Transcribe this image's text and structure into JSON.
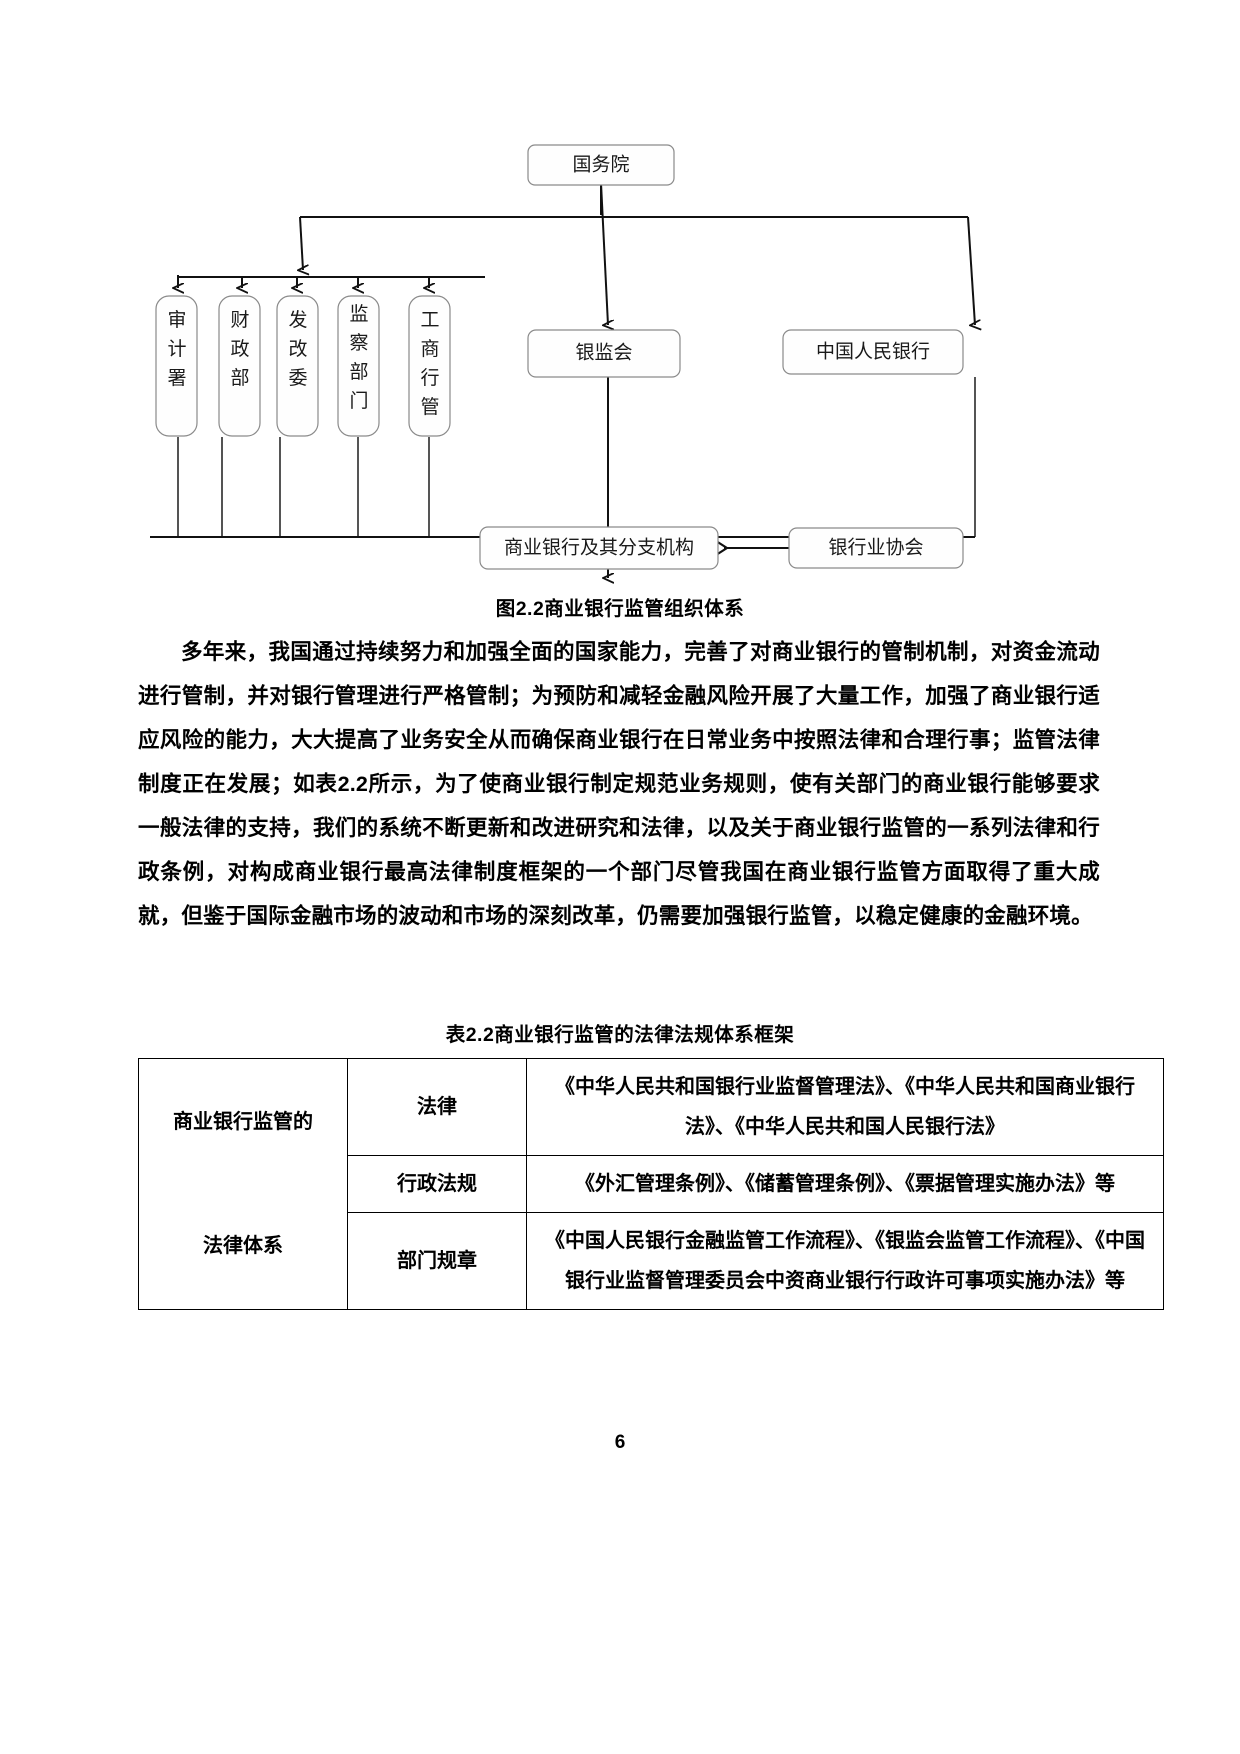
{
  "document": {
    "page_number": "6"
  },
  "figure": {
    "caption": "图2.2商业银行监管组织体系",
    "nodes": {
      "state_council": "国务院",
      "audit": "审计署",
      "finance": "财政部",
      "ndrc": "发改委",
      "supervision": "监察部门",
      "industry_commerce": "工商行管",
      "cbrc": "银监会",
      "pboc": "中国人民银行",
      "commercial_banks": "商业银行及其分支机构",
      "banking_association": "银行业协会"
    }
  },
  "paragraph": {
    "text": "多年来，我国通过持续努力和加强全面的国家能力，完善了对商业银行的管制机制，对资金流动进行管制，并对银行管理进行严格管制；为预防和减轻金融风险开展了大量工作，加强了商业银行适应风险的能力，大大提高了业务安全从而确保商业银行在日常业务中按照法律和合理行事；监管法律制度正在发展；如表2.2所示，为了使商业银行制定规范业务规则，使有关部门的商业银行能够要求一般法律的支持，我们的系统不断更新和改进研究和法律，以及关于商业银行监管的一系列法律和行政条例，对构成商业银行最高法律制度框架的一个部门尽管我国在商业银行监管方面取得了重大成就，但鉴于国际金融市场的波动和市场的深刻改革，仍需要加强银行监管，以稳定健康的金融环境。"
  },
  "table": {
    "caption": "表2.2商业银行监管的法律法规体系框架",
    "row_label_line1": "商业银行监管的",
    "row_label_line2": "法律体系",
    "rows": [
      {
        "category": "法律",
        "content": "《中华人民共和国银行业监督管理法》、《中华人民共和国商业银行法》、《中华人民共和国人民银行法》"
      },
      {
        "category": "行政法规",
        "content": "《外汇管理条例》、《储蓄管理条例》、《票据管理实施办法》等"
      },
      {
        "category": "部门规章",
        "content": "《中国人民银行金融监管工作流程》、《银监会监管工作流程》、《中国银行业监督管理委员会中资商业银行行政许可事项实施办法》等"
      }
    ]
  }
}
